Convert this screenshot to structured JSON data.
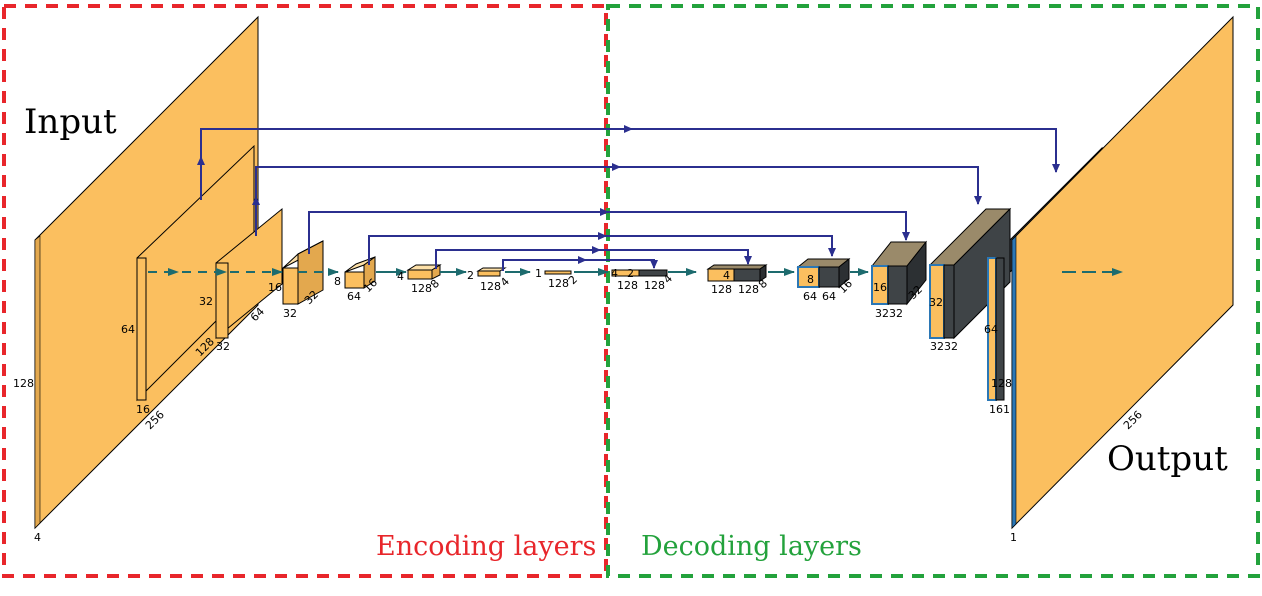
{
  "titles": {
    "input": "Input",
    "output": "Output"
  },
  "sections": {
    "encoding": {
      "label": "Encoding layers",
      "color": "#e8262b"
    },
    "decoding": {
      "label": "Decoding layers",
      "color": "#23a23c"
    }
  },
  "colors": {
    "feature_map": "#fbbf5f",
    "upsample_map": "#3f4447",
    "skip_arrow": "#2b2f8f",
    "flow_arrow": "#1d6b6e",
    "skip_border": "#2b77b5"
  },
  "dims": {
    "input": {
      "h": "128",
      "w": "256",
      "c": "4"
    },
    "enc1": {
      "h": "64",
      "w": "128",
      "c": "16"
    },
    "enc2": {
      "h": "32",
      "w": "64",
      "c": "32"
    },
    "enc3": {
      "h": "16",
      "w": "32",
      "c": "32"
    },
    "enc4": {
      "h": "8",
      "w": "16",
      "c": "64"
    },
    "enc5": {
      "h": "4",
      "w": "8",
      "c": "128"
    },
    "enc6": {
      "h": "2",
      "w": "4",
      "c": "128"
    },
    "enc7": {
      "h": "1",
      "w": "2",
      "c": "128"
    },
    "dec1": {
      "h": "4",
      "w": "2",
      "c1": "128",
      "c2": "128"
    },
    "dec2": {
      "h": "4",
      "w": "8",
      "c1": "128",
      "c2": "128"
    },
    "dec3": {
      "h": "8",
      "w": "16",
      "c1": "64",
      "c2": "64"
    },
    "dec4": {
      "h": "16",
      "w": "32",
      "c": "3232"
    },
    "dec5": {
      "h": "32",
      "c": "3232"
    },
    "dec6": {
      "h": "64"
    },
    "dec7": {
      "h": "128",
      "c": "161"
    },
    "output": {
      "w": "256",
      "c": "1"
    }
  }
}
